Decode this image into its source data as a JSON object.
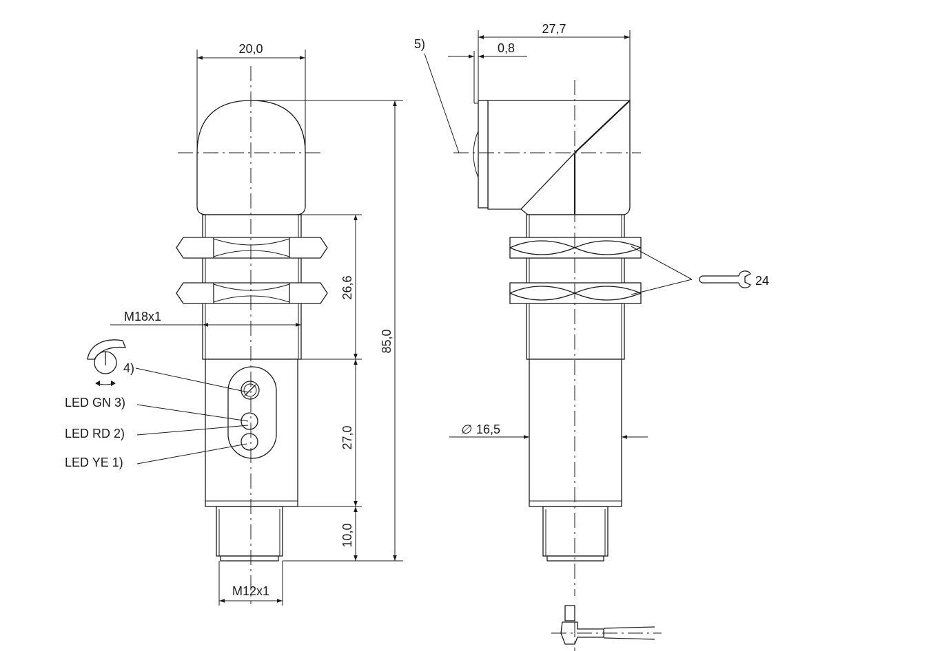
{
  "dimensions": {
    "front_width": "20,0",
    "total_length": "85,0",
    "thread_length": "26,6",
    "body_length": "27,0",
    "connector_length": "10,0",
    "main_thread": "M18x1",
    "connector_thread": "M12x1",
    "side_width": "27,7",
    "side_offset": "0,8",
    "side_diameter": "16,5"
  },
  "labels": {
    "led_gn": "LED GN 3)",
    "led_rd": "LED RD 2)",
    "led_ye": "LED YE 1)",
    "potentiometer": "4)",
    "lens_note": "5)",
    "wrench_size": "24"
  },
  "symbols": {
    "diameter": "∅",
    "potentiometer_icon": "potentiometer-icon",
    "wrench_icon": "wrench-icon",
    "cable_icon": "angled-cable-icon"
  },
  "colors": {
    "line": "#1a1a1a",
    "background": "#ffffff"
  }
}
